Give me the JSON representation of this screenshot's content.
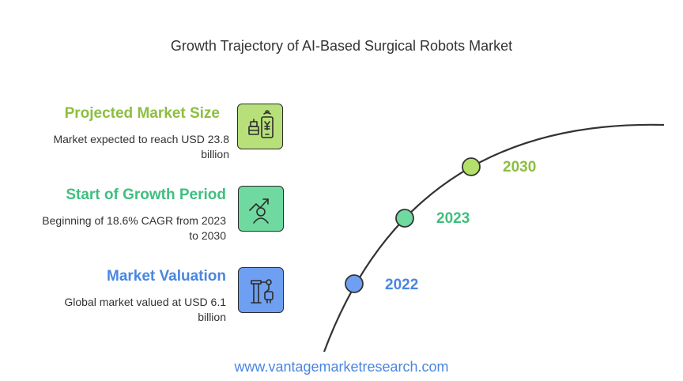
{
  "title": "Growth Trajectory of AI-Based Surgical Robots Market",
  "colors": {
    "green": "#8cbf3f",
    "teal": "#3fbf7f",
    "blue": "#4a86e0",
    "text": "#333333"
  },
  "items": [
    {
      "title": "Projected Market Size",
      "description": "Market expected to reach USD 23.8 billion",
      "icon": "mobile-payment-icon",
      "color": "#8cbf3f"
    },
    {
      "title": "Start of Growth Period",
      "description": "Beginning of 18.6% CAGR from 2023 to 2030",
      "icon": "growth-chart-person-icon",
      "color": "#3fbf7f"
    },
    {
      "title": "Market Valuation",
      "description": "Global market valued at USD 6.1 billion",
      "icon": "surgical-robot-icon",
      "color": "#4a86e0"
    }
  ],
  "timeline": [
    {
      "year": "2030",
      "color": "#8cbf3f"
    },
    {
      "year": "2023",
      "color": "#3fbf7f"
    },
    {
      "year": "2022",
      "color": "#4a86e0"
    }
  ],
  "footer": "www.vantagemarketresearch.com"
}
